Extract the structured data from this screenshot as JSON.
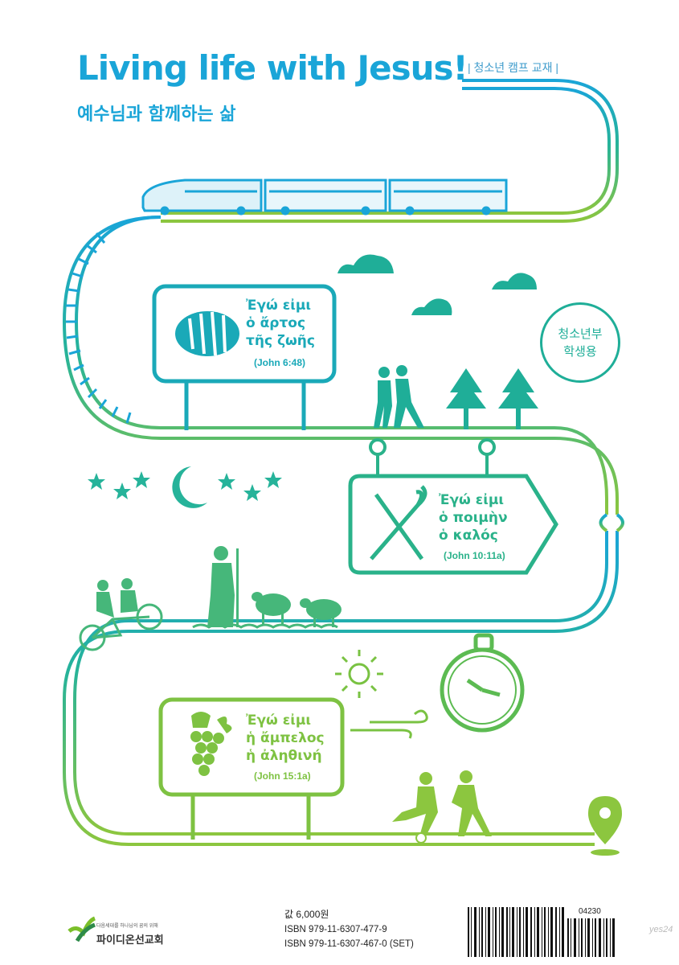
{
  "cover": {
    "title": "Living life with Jesus!",
    "subtitle_ko": "예수님과 함께하는 삶",
    "series_tag": "| 청소년 캠프 교재 |",
    "audience_line1": "청소년부",
    "audience_line2": "학생용"
  },
  "signs": [
    {
      "line1": "Ἐγώ εἰμι",
      "line2": "ὁ ἄρτος",
      "line3": "τῆς ζωῆς",
      "ref": "(John 6:48)"
    },
    {
      "line1": "Ἐγώ εἰμι",
      "line2": "ὁ ποιμὴν",
      "line3": "ὁ καλός",
      "ref": "(John 10:11a)"
    },
    {
      "line1": "Ἐγώ εἰμι",
      "line2": "ἡ ἄμπελος",
      "line3": "ἡ ἀληθινή",
      "ref": "(John 15:1a)"
    }
  ],
  "back": {
    "price": "값 6,000원",
    "isbn1": "ISBN 979-11-6307-477-9",
    "isbn2": "ISBN 979-11-6307-467-0 (SET)",
    "barcode_addon": "04230",
    "publisher_small": "다음세대를 하나님의 꿈의 위해",
    "publisher_name": "파이디온선교회",
    "watermark": "yes24"
  },
  "colors": {
    "cyan": "#1aa5d8",
    "teal": "#1fae98",
    "green": "#8cc63f"
  },
  "icons": [
    "train-icon",
    "bread-icon",
    "staff-icon",
    "grapes-icon",
    "moon-icon",
    "star-icon",
    "cloud-icon",
    "tree-icon",
    "sun-icon",
    "clock-icon",
    "map-pin-icon",
    "sheep-icon",
    "shepherd-icon",
    "bicycle-icon",
    "walkers-icon",
    "soccer-players-icon",
    "wind-icon"
  ]
}
